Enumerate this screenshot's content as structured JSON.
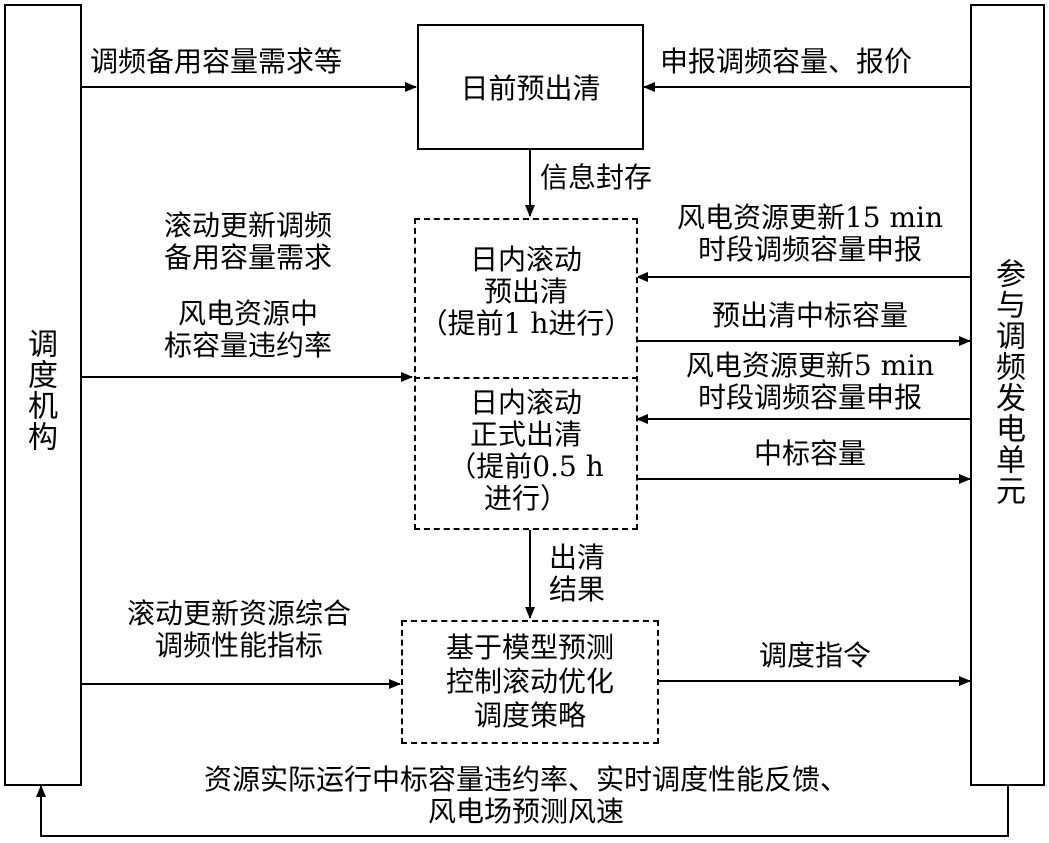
{
  "entities": {
    "dispatcher": "调度机构",
    "units": "参与调频发电单元"
  },
  "process": {
    "day_ahead": "日前预出清",
    "intraday_pre": [
      "日内滚动",
      "预出清",
      "（提前1 h进行）"
    ],
    "intraday_formal": [
      "日内滚动",
      "正式出清",
      "（提前0.5 h",
      "进行）"
    ],
    "mpc": [
      "基于模型预测",
      "控制滚动优化",
      "调度策略"
    ]
  },
  "labels": {
    "demand": "调频备用容量需求等",
    "bid": "申报调频容量、报价",
    "seal": "信息封存",
    "rolling_demand": [
      "滚动更新调频",
      "备用容量需求"
    ],
    "violation": [
      "风电资源中",
      "标容量违约率"
    ],
    "update15": [
      "风电资源更新15 min",
      "时段调频容量申报"
    ],
    "pre_win": "预出清中标容量",
    "update5": [
      "风电资源更新5 min",
      "时段调频容量申报"
    ],
    "win": "中标容量",
    "result": [
      "出清",
      "结果"
    ],
    "perf": [
      "滚动更新资源综合",
      "调频性能指标"
    ],
    "cmd": "调度指令",
    "feedback": [
      "资源实际运行中标容量违约率、实时调度性能反馈、",
      "风电场预测风速"
    ]
  }
}
